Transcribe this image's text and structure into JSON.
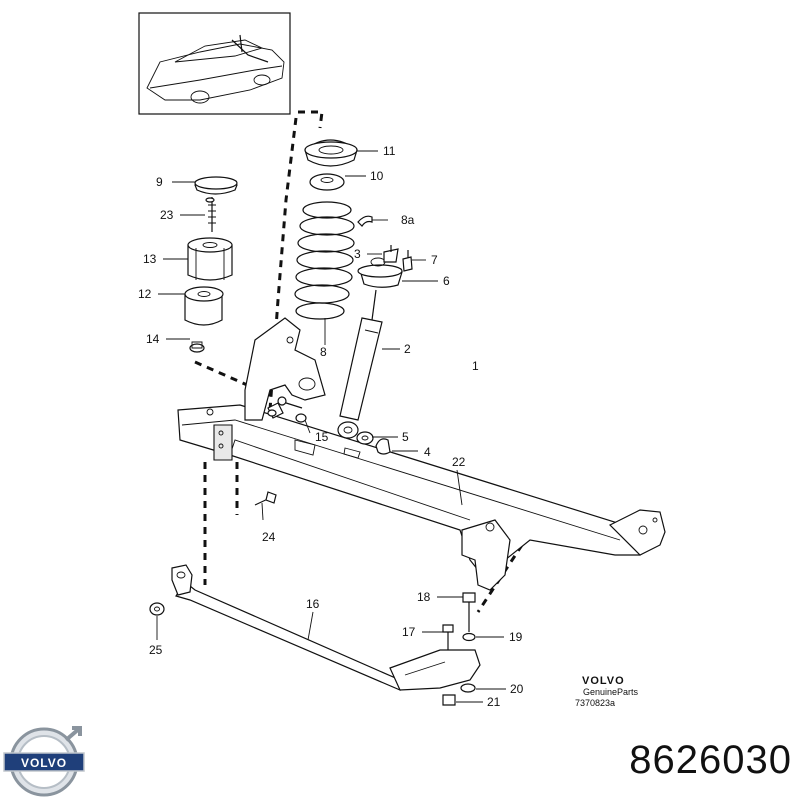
{
  "callouts": {
    "c1": "1",
    "c2": "2",
    "c3": "3",
    "c4": "4",
    "c5": "5",
    "c6": "6",
    "c7": "7",
    "c8": "8",
    "c8a": "8a",
    "c9": "9",
    "c10": "10",
    "c11": "11",
    "c12": "12",
    "c13": "13",
    "c14": "14",
    "c15": "15",
    "c16": "16",
    "c17": "17",
    "c18": "18",
    "c19": "19",
    "c20": "20",
    "c21": "21",
    "c22": "22",
    "c23": "23",
    "c24": "24",
    "c25": "25"
  },
  "brand": {
    "name": "VOLVO",
    "sub": "GenuineParts",
    "code": "7370823a"
  },
  "logo_text": "VOLVO",
  "part_number": "8626030"
}
